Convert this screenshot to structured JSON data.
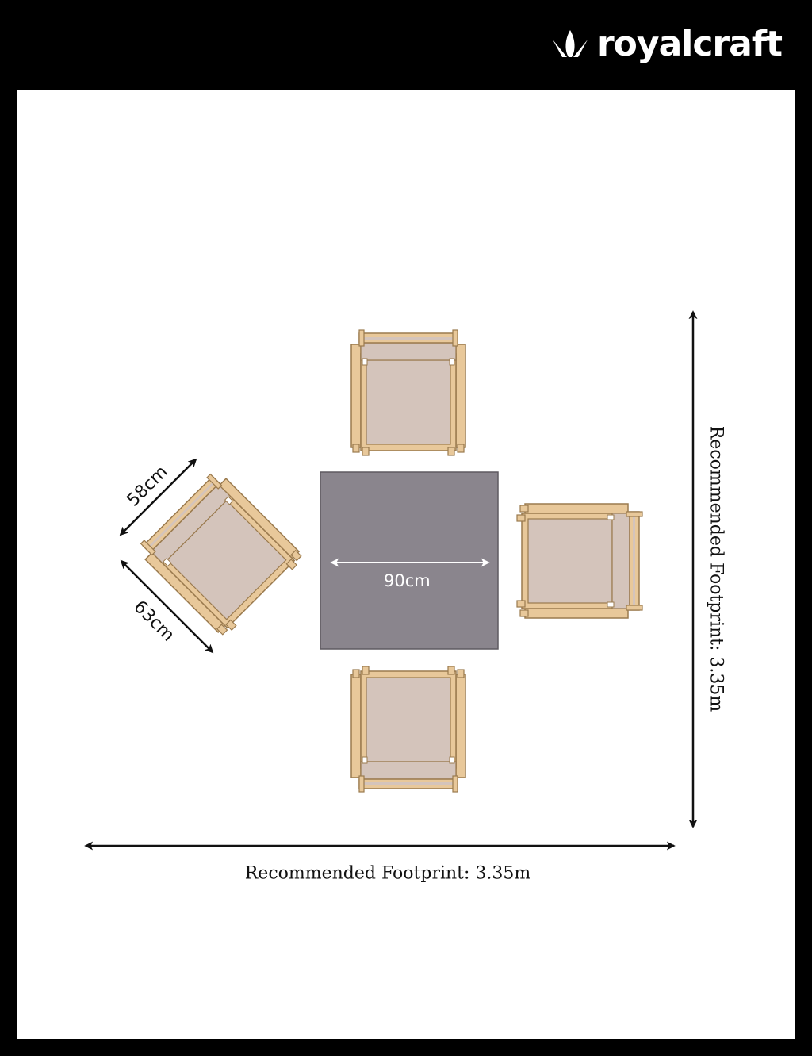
{
  "brand": {
    "name": "royalcraft",
    "logo_icon": "crown-icon"
  },
  "dimensions": {
    "table_width": "90cm",
    "chair_depth": "58cm",
    "chair_width": "63cm",
    "footprint_horizontal": "Recommended Footprint: 3.35m",
    "footprint_vertical": "Recommended Footprint: 3.35m"
  },
  "colors": {
    "background": "#000000",
    "canvas": "#ffffff",
    "table": "#8a858d",
    "chair_seat": "#d4c4bb",
    "chair_frame": "#e8c89a",
    "frame_outline": "#9a7a4e",
    "arrow": "#111111",
    "table_arrow": "#ffffff"
  }
}
